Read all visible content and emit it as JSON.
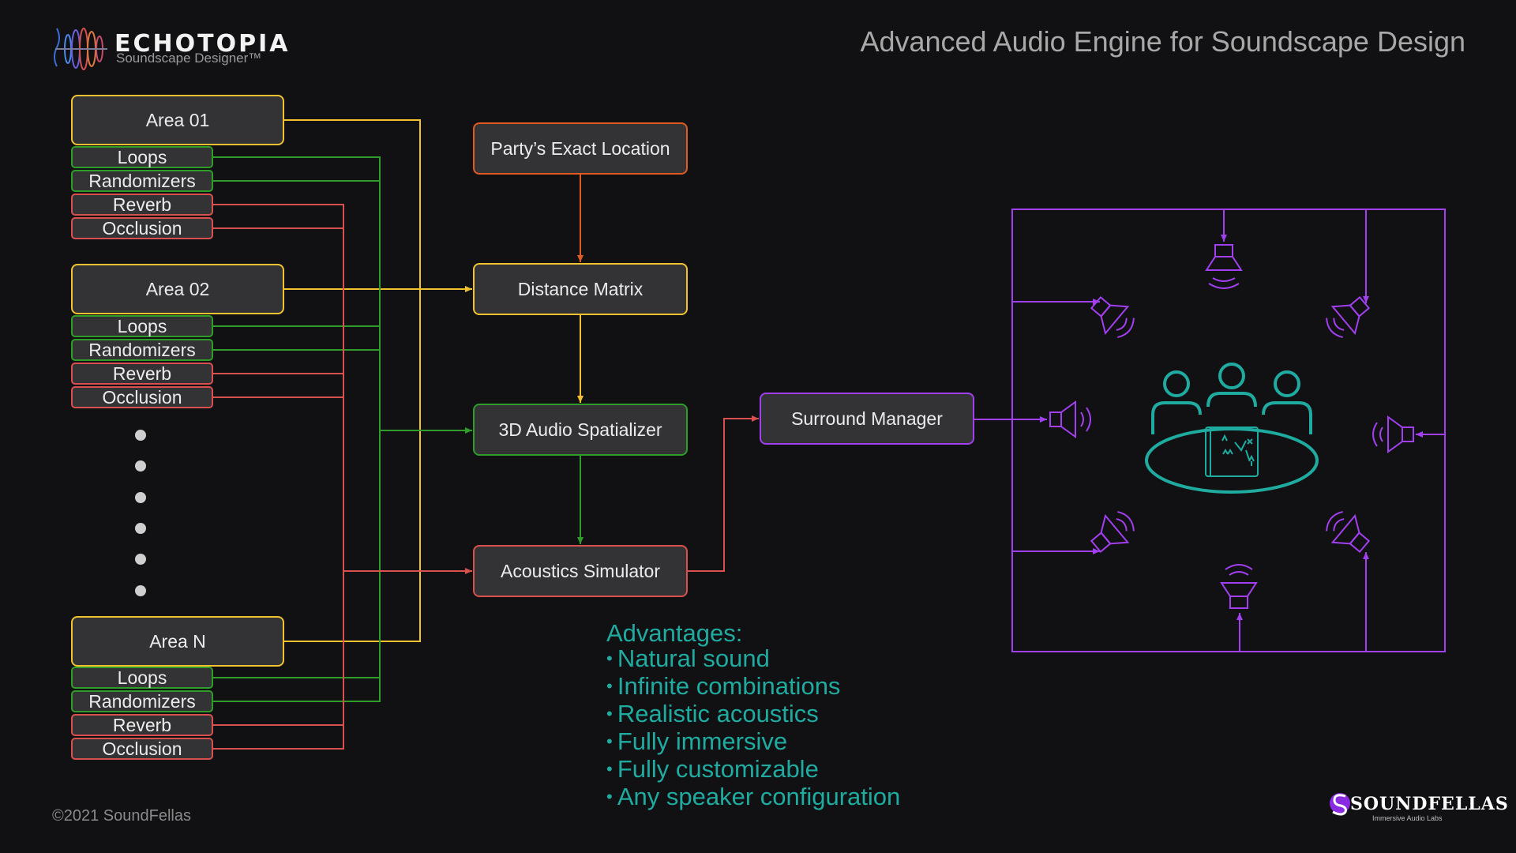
{
  "header": {
    "logo_title": "ECHOTOPIA",
    "logo_subtitle": "Soundscape Designer™",
    "page_title": "Advanced Audio Engine for Soundscape Design"
  },
  "areas": [
    {
      "label": "Area 01",
      "subs": [
        "Loops",
        "Randomizers",
        "Reverb",
        "Occlusion"
      ]
    },
    {
      "label": "Area 02",
      "subs": [
        "Loops",
        "Randomizers",
        "Reverb",
        "Occlusion"
      ]
    },
    {
      "label": "Area N",
      "subs": [
        "Loops",
        "Randomizers",
        "Reverb",
        "Occlusion"
      ]
    }
  ],
  "process": {
    "party_location": "Party’s Exact Location",
    "distance_matrix": "Distance Matrix",
    "spatializer": "3D Audio Spatializer",
    "acoustics": "Acoustics Simulator",
    "surround": "Surround Manager"
  },
  "advantages": {
    "heading": "Advantages:",
    "items": [
      "Natural sound",
      "Infinite combinations",
      "Realistic acoustics",
      "Fully immersive",
      "Fully customizable",
      "Any speaker configuration"
    ]
  },
  "footer": {
    "copyright": "©2021 SoundFellas",
    "brand_name": "SOUNDFELLAS",
    "brand_tagline": "Immersive Audio Labs"
  },
  "colors": {
    "area": "#f2c230",
    "loops": "#2e9d2a",
    "reverb": "#d9514e",
    "location": "#e05a22",
    "surround": "#a23ff0",
    "advantages": "#1faba0"
  }
}
